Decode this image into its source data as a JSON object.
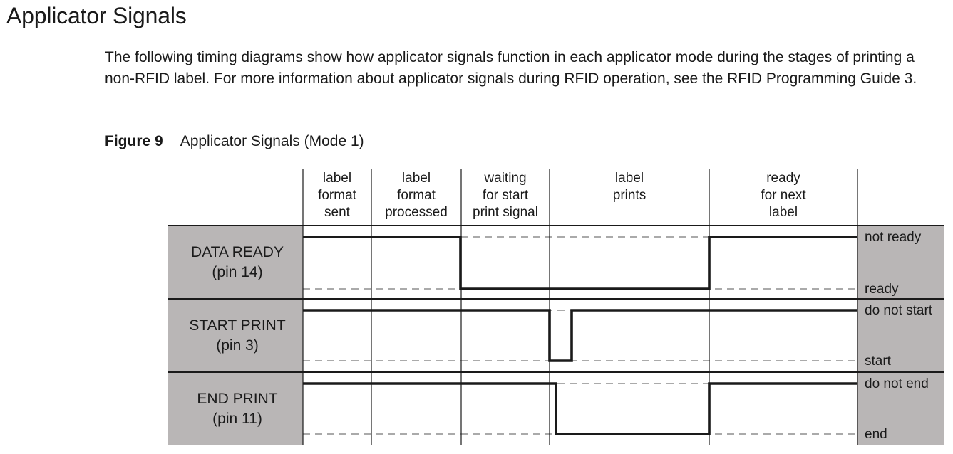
{
  "page_title": "Applicator Signals",
  "intro_paragraph": "The following timing diagrams show how applicator signals function in each applicator mode during the stages of printing a non-RFID label. For more information about applicator signals during RFID operation, see the RFID Programming Guide 3.",
  "figure": {
    "number": "Figure 9",
    "title": "Applicator Signals (Mode 1)"
  },
  "diagram": {
    "colors": {
      "label_panel": "#b9b6b6",
      "signal": "#1a1a1a",
      "divider": "#1a1a1a"
    },
    "stages": [
      [
        "label",
        "format",
        "sent"
      ],
      [
        "label",
        "format",
        "processed"
      ],
      [
        "waiting",
        "for start",
        "print signal"
      ],
      [
        "label",
        "prints"
      ],
      [
        "ready",
        "for next",
        "label"
      ]
    ],
    "signals": [
      {
        "name": "DATA READY",
        "pin": "(pin 14)",
        "high_state": "not ready",
        "low_state": "ready"
      },
      {
        "name": "START PRINT",
        "pin": "(pin 3)",
        "high_state": "do not start",
        "low_state": "start"
      },
      {
        "name": "END PRINT",
        "pin": "(pin 11)",
        "high_state": "do not end",
        "low_state": "end"
      }
    ]
  }
}
